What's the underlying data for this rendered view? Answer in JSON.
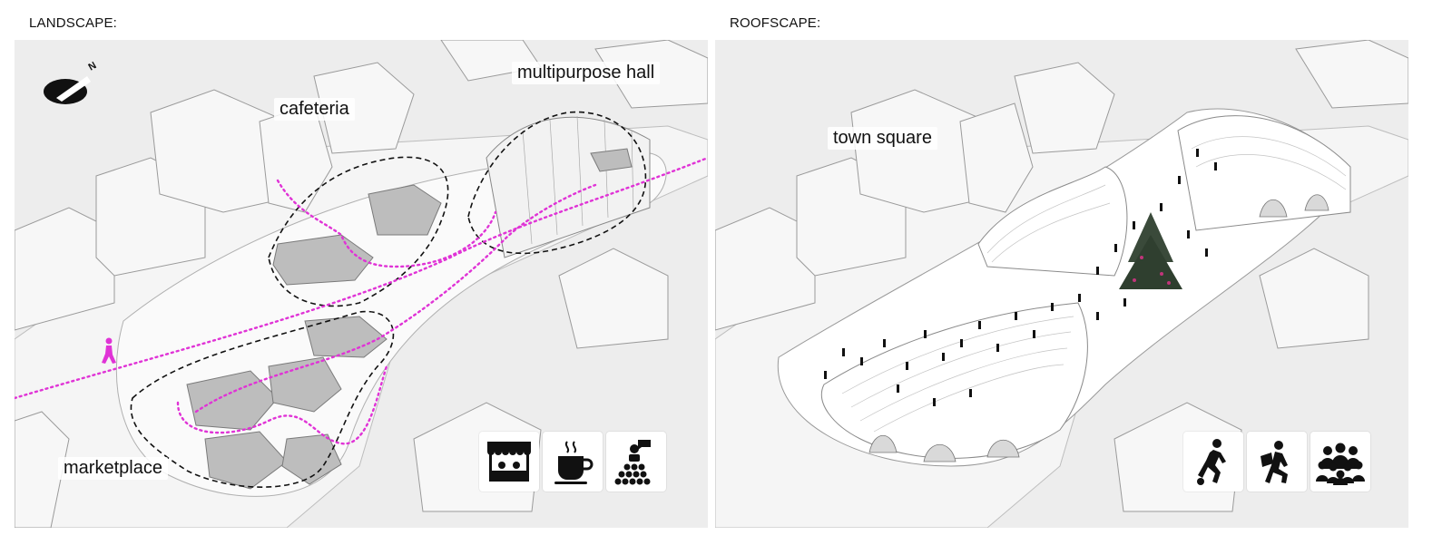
{
  "panels": {
    "left": {
      "title": "LANDSCAPE:",
      "labels": {
        "cafeteria": "cafeteria",
        "hall": "multipurpose hall",
        "marketplace": "marketplace"
      },
      "icons": [
        "market-stall-icon",
        "coffee-cup-icon",
        "speaker-audience-icon"
      ]
    },
    "right": {
      "title": "ROOFSCAPE:",
      "labels": {
        "town_square": "town square"
      },
      "icons": [
        "running-person-icon",
        "reading-person-icon",
        "crowd-icon"
      ]
    }
  },
  "colors": {
    "path": "#e033d6",
    "building": "#f7f7f7",
    "ground": "#ededed",
    "dark": "#111111"
  }
}
